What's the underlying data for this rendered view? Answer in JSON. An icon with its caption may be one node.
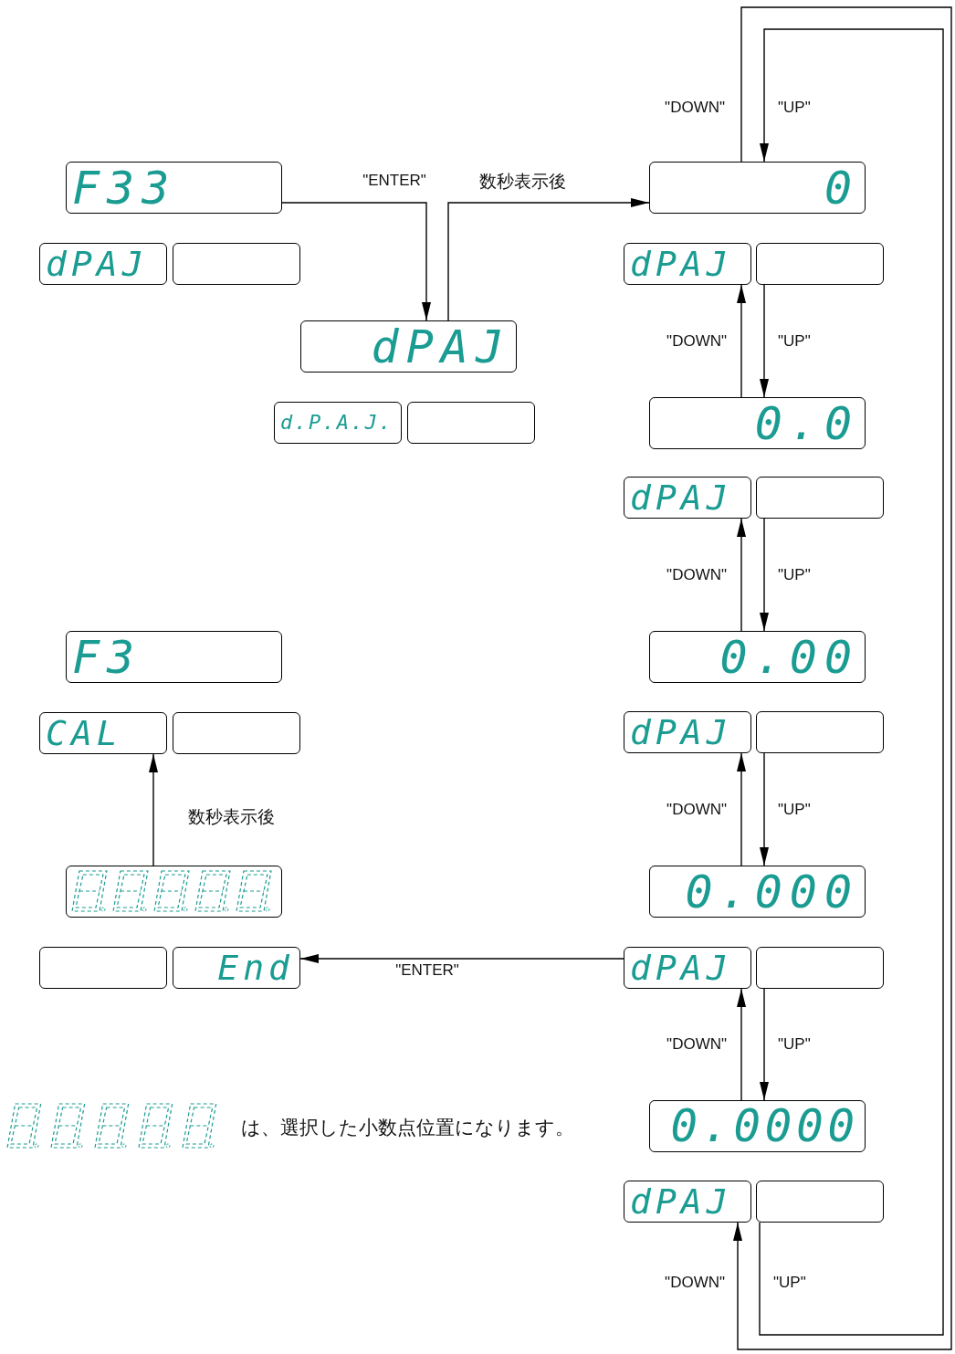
{
  "diagram": {
    "nodes": [
      {
        "text": [
          "F33"
        ]
      },
      {
        "text": [
          "dPAJ"
        ]
      },
      {
        "text": [],
        "shape": "box"
      },
      {
        "text": [
          "dPAJ"
        ]
      },
      {
        "text": [
          "d.P.A.J."
        ]
      },
      {
        "text": [],
        "shape": "box"
      },
      {
        "text": [
          "0"
        ]
      },
      {
        "text": [
          "dPAJ"
        ]
      },
      {
        "text": [],
        "shape": "box"
      },
      {
        "text": [
          "0.0"
        ]
      },
      {
        "text": [
          "dPAJ"
        ]
      },
      {
        "text": [],
        "shape": "box"
      },
      {
        "text": [
          "0.00"
        ]
      },
      {
        "text": [
          "dPAJ"
        ]
      },
      {
        "text": [],
        "shape": "box"
      },
      {
        "text": [
          "0.000"
        ]
      },
      {
        "text": [
          "dPAJ"
        ]
      },
      {
        "text": [],
        "shape": "box"
      },
      {
        "text": [
          "0.0000"
        ]
      },
      {
        "text": [
          "dPAJ"
        ]
      },
      {
        "text": [],
        "shape": "box"
      },
      {
        "text": [
          "F3"
        ]
      },
      {
        "text": [
          "CAL"
        ]
      },
      {
        "text": [],
        "shape": "box"
      },
      {
        "text": [],
        "shape": "box"
      },
      {
        "text": [],
        "shape": "box"
      },
      {
        "text": [
          "End"
        ]
      }
    ],
    "edges": [
      {
        "from": 0,
        "to": 3,
        "arrow": "to",
        "label": "\"ENTER\""
      },
      {
        "from": 3,
        "to": 6,
        "arrow": "to",
        "label": "数秒表示後"
      },
      {
        "from": 9,
        "to": 7,
        "arrow": "to",
        "label": "\"DOWN\""
      },
      {
        "from": 8,
        "to": 9,
        "arrow": "to",
        "label": "\"UP\""
      },
      {
        "from": 12,
        "to": 10,
        "arrow": "to",
        "label": "\"DOWN\""
      },
      {
        "from": 11,
        "to": 12,
        "arrow": "to",
        "label": "\"UP\""
      },
      {
        "from": 15,
        "to": 13,
        "arrow": "to",
        "label": "\"DOWN\""
      },
      {
        "from": 14,
        "to": 15,
        "arrow": "to",
        "label": "\"UP\""
      },
      {
        "from": 18,
        "to": 16,
        "arrow": "to",
        "label": "\"DOWN\""
      },
      {
        "from": 17,
        "to": 18,
        "arrow": "to",
        "label": "\"UP\""
      },
      {
        "from": 6,
        "to": 19,
        "arrow": "to",
        "label": "\"DOWN\""
      },
      {
        "from": 20,
        "to": 6,
        "arrow": "to",
        "label": "\"UP\""
      },
      {
        "from": 16,
        "to": 26,
        "arrow": "to",
        "label": "\"ENTER\""
      },
      {
        "from": 24,
        "to": 22,
        "arrow": "to",
        "label": "数秒表示後"
      }
    ],
    "labels": [
      "\"DOWN\"",
      "\"UP\"",
      "は、選択した小数点位置になります。"
    ]
  }
}
